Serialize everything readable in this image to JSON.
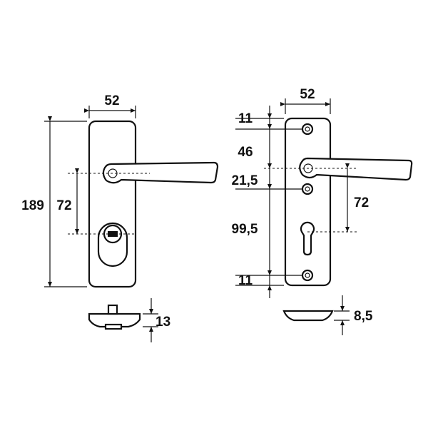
{
  "left_fitting": {
    "dims": {
      "width": "52",
      "height": "189",
      "center_distance": "72",
      "thickness": "13"
    }
  },
  "right_fitting": {
    "dims": {
      "width": "52",
      "top_margin": "11",
      "screw_to_handle": "46",
      "handle_to_screw": "21,5",
      "screw_to_bottom": "99,5",
      "bottom_margin": "11",
      "center_distance": "72",
      "thickness": "8,5"
    }
  },
  "colors": {
    "line": "#111111",
    "background": "#ffffff"
  }
}
